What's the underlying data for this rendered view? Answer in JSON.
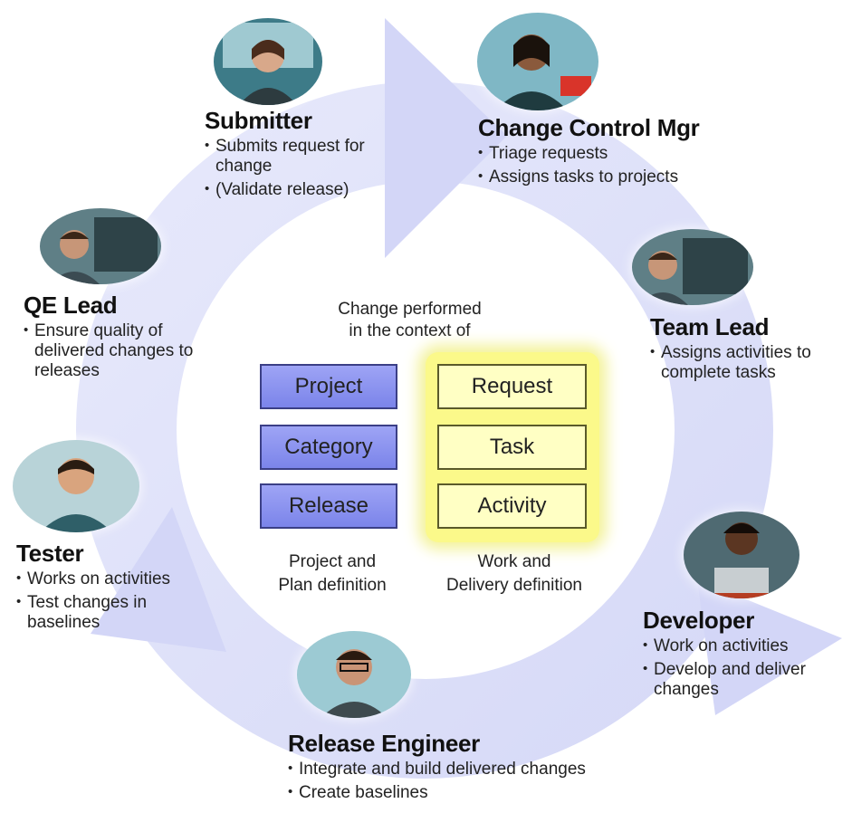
{
  "center": {
    "caption_line1": "Change performed",
    "caption_line2": "in the context of",
    "left_boxes": [
      "Project",
      "Category",
      "Release"
    ],
    "right_boxes": [
      "Request",
      "Task",
      "Activity"
    ],
    "left_footer_line1": "Project and",
    "left_footer_line2": "Plan definition",
    "right_footer_line1": "Work and",
    "right_footer_line2": "Delivery definition"
  },
  "roles": {
    "submitter": {
      "title": "Submitter",
      "bullets": [
        "Submits request for change",
        "(Validate release)"
      ]
    },
    "change_control": {
      "title": "Change Control Mgr",
      "bullets": [
        "Triage requests",
        "Assigns tasks to projects"
      ]
    },
    "team_lead": {
      "title": "Team Lead",
      "bullets": [
        "Assigns activities to complete tasks"
      ]
    },
    "developer": {
      "title": "Developer",
      "bullets": [
        "Work on activities",
        "Develop and deliver changes"
      ]
    },
    "release_engineer": {
      "title": "Release Engineer",
      "bullets": [
        "Integrate and build delivered changes",
        "Create baselines"
      ]
    },
    "tester": {
      "title": "Tester",
      "bullets": [
        "Works on activities",
        "Test changes in baselines"
      ]
    },
    "qe_lead": {
      "title": "QE Lead",
      "bullets": [
        "Ensure quality of delivered changes to releases"
      ]
    }
  },
  "colors": {
    "cycle_arrow": "#d9dcf8",
    "blue_box": "#8d95ef",
    "yellow_box": "#ffffc4",
    "yellow_glow": "#fbf98a"
  }
}
